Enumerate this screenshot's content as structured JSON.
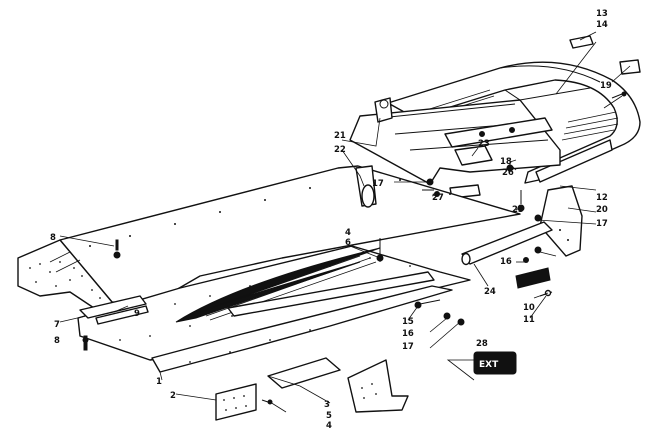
{
  "diagram": {
    "callouts": [
      "1",
      "2",
      "3",
      "4",
      "4",
      "5",
      "6",
      "7",
      "8",
      "8",
      "9",
      "10",
      "11",
      "12",
      "13",
      "14",
      "15",
      "16",
      "16",
      "17",
      "17",
      "17",
      "18",
      "19",
      "20",
      "21",
      "22",
      "23",
      "24",
      "25",
      "26",
      "27",
      "28"
    ],
    "decal_text": "EXT"
  }
}
